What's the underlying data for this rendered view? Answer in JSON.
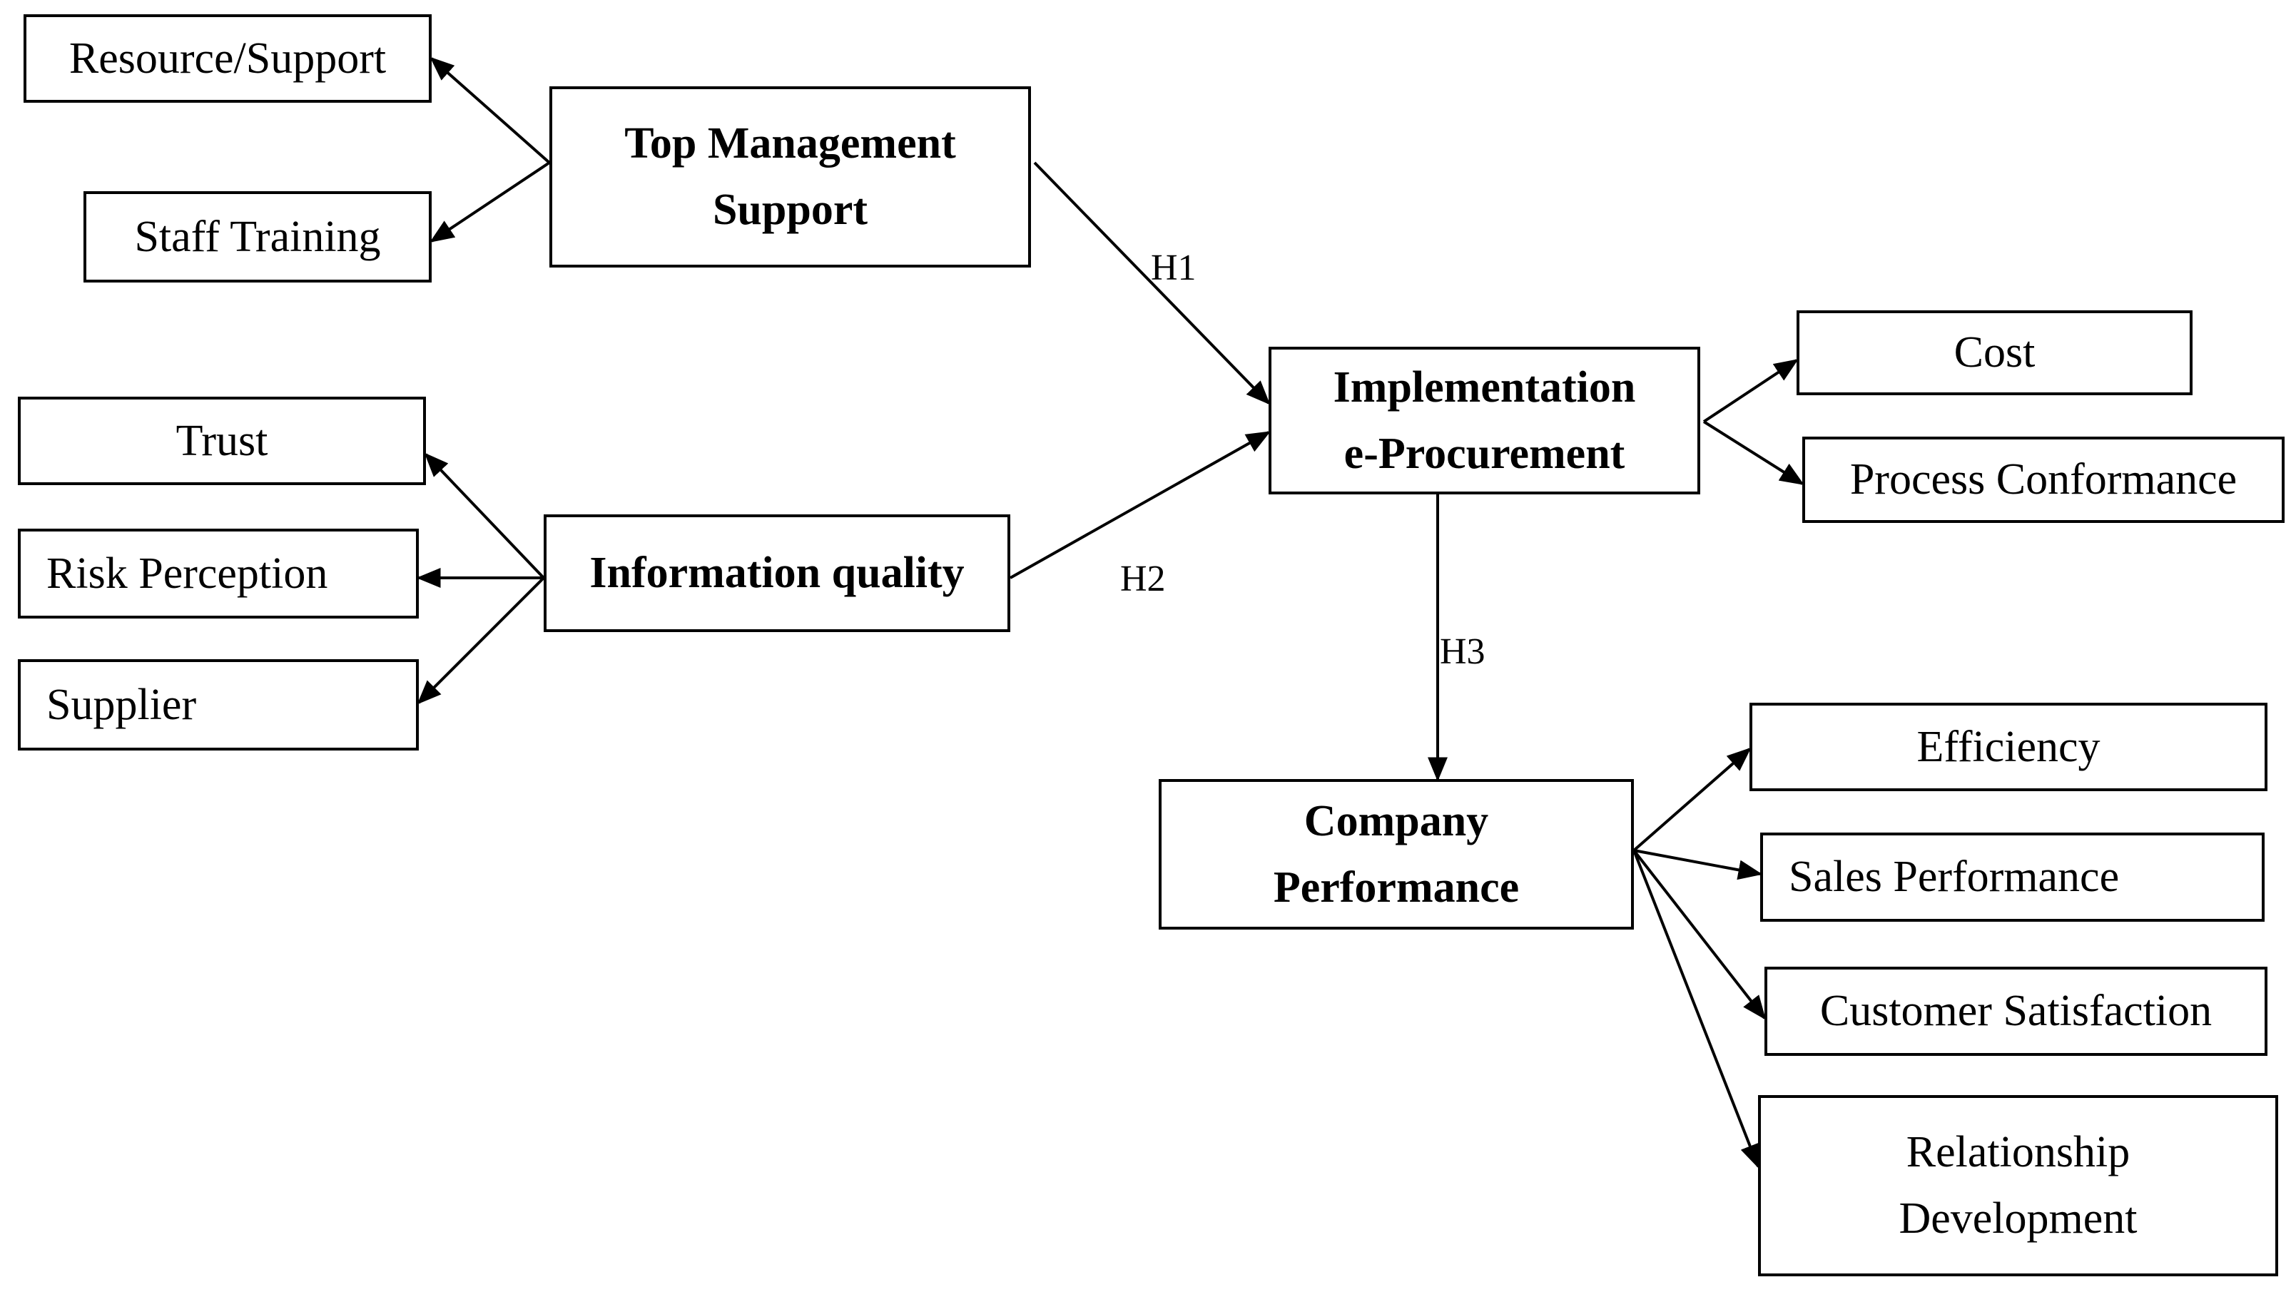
{
  "nodes": {
    "resource_support": "Resource/Support",
    "staff_training": "Staff Training",
    "top_management": [
      "Top Management",
      "Support"
    ],
    "trust": "Trust",
    "risk_perception": "Risk Perception",
    "supplier": "Supplier",
    "information_quality": "Information quality",
    "implementation": [
      "Implementation",
      "e-Procurement"
    ],
    "cost": "Cost",
    "process_conformance": "Process Conformance",
    "company_performance": [
      "Company",
      "Performance"
    ],
    "efficiency": "Efficiency",
    "sales_performance": "Sales Performance",
    "customer_satisfaction": "Customer Satisfaction",
    "relationship_development": [
      "Relationship",
      "Development"
    ]
  },
  "hypotheses": {
    "h1": "H1",
    "h2": "H2",
    "h3": "H3"
  },
  "colors": {
    "stroke": "#000000",
    "background": "#ffffff"
  }
}
